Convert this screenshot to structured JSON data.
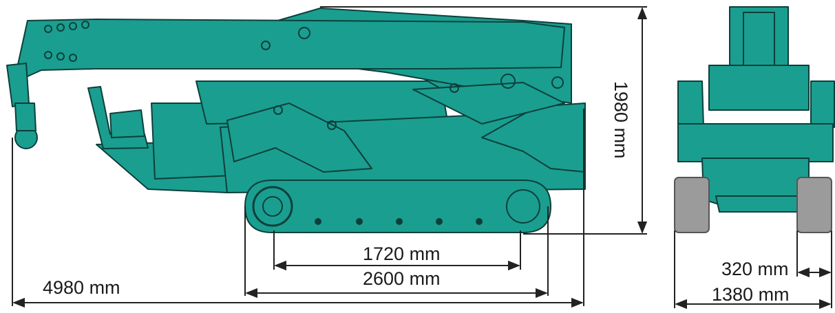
{
  "colors": {
    "body": "#1a9e90",
    "outline": "#0d3f3a",
    "track_pad": "#9b9b9b",
    "dimension_line": "#222222"
  },
  "views": {
    "side": {
      "name": "side-view"
    },
    "front": {
      "name": "front-view"
    }
  },
  "dimensions": {
    "overall_length": "4980 mm",
    "height": "1980 mm",
    "track_length_contact": "1720 mm",
    "track_length_total": "2600 mm",
    "track_width": "320 mm",
    "overall_width": "1380 mm"
  }
}
